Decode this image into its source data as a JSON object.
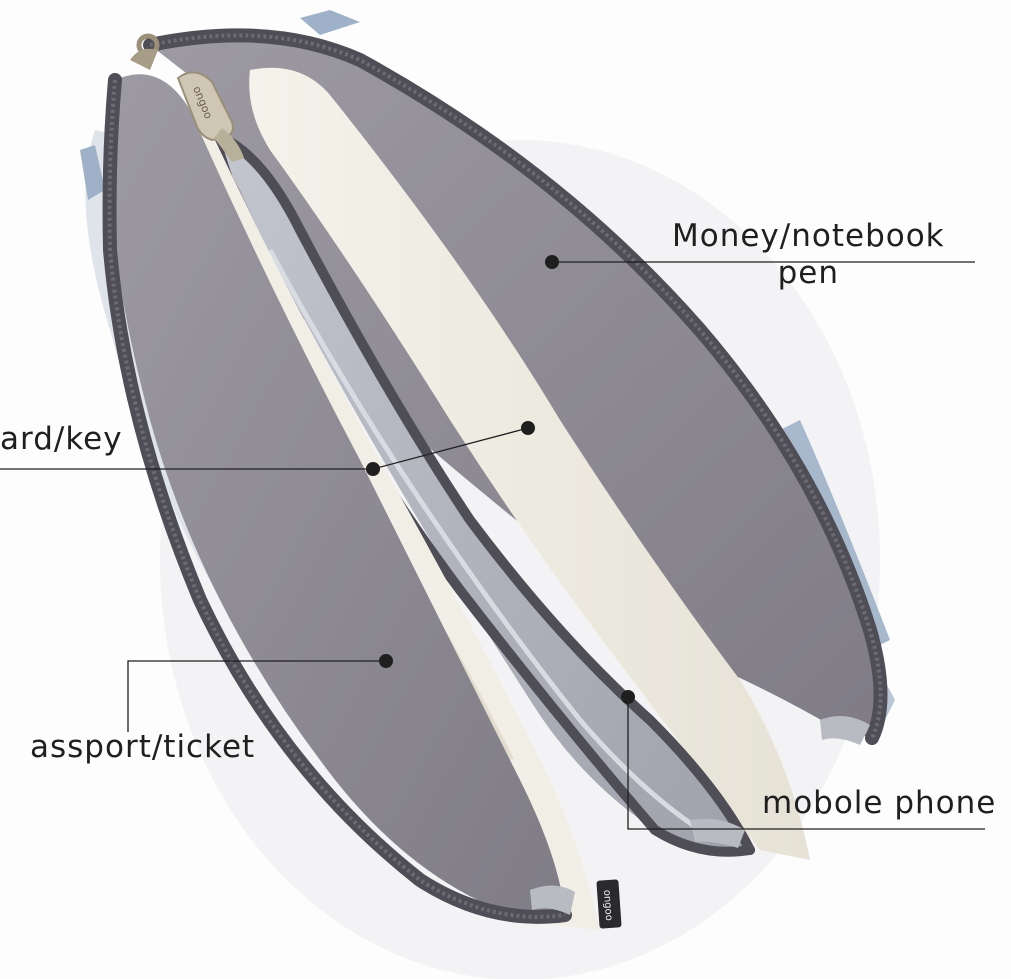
{
  "labels": {
    "money_line1": "Money/notebook",
    "money_line2": "pen",
    "card": "ard/key",
    "passport": "assport/ticket",
    "phone": "mobole phone"
  },
  "brand": {
    "zipper_pull_text": "ongoo",
    "corner_tag_text": "ongoo"
  },
  "colors": {
    "background": "#fdfdfd",
    "pocket_lining": "#8d8a93",
    "zipper": "#4f4d56",
    "canvas": "#efece2",
    "lining_light": "#b6b8c2",
    "denim": "#9fb1c8",
    "annotation": "#1f1f1f"
  }
}
